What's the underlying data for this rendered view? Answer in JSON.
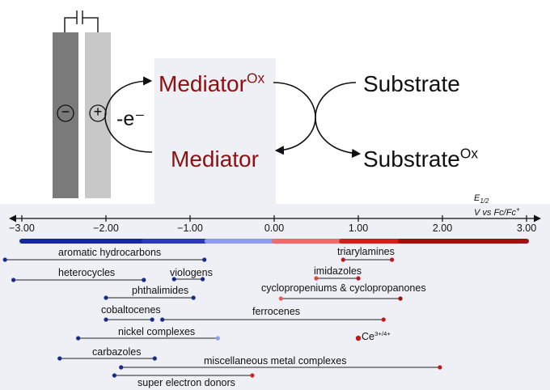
{
  "scheme": {
    "electron_label": "-e⁻",
    "minus_symbol": "−",
    "plus_symbol": "+",
    "mediator_ox_label": "Mediator",
    "mediator_ox_sup": "Ox",
    "mediator_label": "Mediator",
    "substrate_label": "Substrate",
    "substrate_ox_label": "Substrate",
    "substrate_ox_sup": "Ox"
  },
  "axis": {
    "title_line1": "E",
    "title_sub": "1/2",
    "title_line2": "V vs Fc/Fc",
    "title_sup": "+",
    "ticks": [
      "−3.00",
      "−2.00",
      "−1.00",
      "0.00",
      "1.00",
      "2.00",
      "3.00"
    ],
    "tick_values": [
      -3,
      -2,
      -1,
      0,
      1,
      2,
      3
    ],
    "range": [
      -3.2,
      3.2
    ]
  },
  "color_band": [
    {
      "from": -3.0,
      "to": -1.55,
      "color": "#1428a0"
    },
    {
      "from": -1.55,
      "to": -0.8,
      "color": "#2a3ab8"
    },
    {
      "from": -0.8,
      "to": 0.0,
      "color": "#8f9cef"
    },
    {
      "from": 0.0,
      "to": 0.8,
      "color": "#f06a6a"
    },
    {
      "from": 0.8,
      "to": 1.5,
      "color": "#cc2020"
    },
    {
      "from": 1.5,
      "to": 3.0,
      "color": "#a01010"
    }
  ],
  "chart_data": {
    "type": "range",
    "xlabel": "E1/2 V vs Fc/Fc+",
    "ranges": [
      {
        "name": "aromatic hydrocarbons",
        "from": -3.2,
        "to": -0.83,
        "from_color": "#1a2a8c",
        "to_color": "#1a2a8c"
      },
      {
        "name": "heterocycles",
        "from": -3.1,
        "to": -1.55,
        "from_color": "#1a2a8c",
        "to_color": "#1a2a8c"
      },
      {
        "name": "viologens",
        "from": -1.19,
        "to": -0.85,
        "from_color": "#1a2a8c",
        "to_color": "#1a2a8c"
      },
      {
        "name": "phthalimides",
        "from": -2.0,
        "to": -0.96,
        "from_color": "#1a2a8c",
        "to_color": "#1a2a8c"
      },
      {
        "name": "cobaltocenes",
        "from": -2.0,
        "to": -1.45,
        "from_color": "#1a2a8c",
        "to_color": "#1a2a8c"
      },
      {
        "name": "ferrocenes",
        "from": -1.33,
        "to": 1.3,
        "from_color": "#1a2a8c",
        "to_color": "#c01818"
      },
      {
        "name": "nickel complexes",
        "from": -2.33,
        "to": -0.67,
        "from_color": "#1a2a8c",
        "to_color": "#8f9cef"
      },
      {
        "name": "carbazoles",
        "from": -2.55,
        "to": -1.42,
        "from_color": "#1a2a8c",
        "to_color": "#1a2a8c"
      },
      {
        "name": "miscellaneous metal complexes",
        "from": -1.82,
        "to": 1.97,
        "from_color": "#1a2a8c",
        "to_color": "#c01818"
      },
      {
        "name": "super electron donors",
        "from": -1.9,
        "to": -0.26,
        "from_color": "#1a2a8c",
        "to_color": "#d42020"
      },
      {
        "name": "triarylamines",
        "from": 0.82,
        "to": 1.4,
        "from_color": "#c01818",
        "to_color": "#c01818"
      },
      {
        "name": "imidazoles",
        "from": 0.5,
        "to": 1.0,
        "from_color": "#e04848",
        "to_color": "#c01818"
      },
      {
        "name": "cyclopropeniums & cyclopropanones",
        "from": 0.08,
        "to": 1.5,
        "from_color": "#e85a5a",
        "to_color": "#9a1010"
      },
      {
        "name": "Ce",
        "name_sup": "3+/4+",
        "points": [
          1.0
        ],
        "color": "#c01818"
      }
    ]
  }
}
